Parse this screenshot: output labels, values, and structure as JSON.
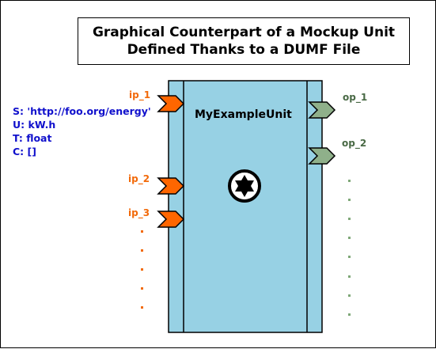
{
  "title": {
    "line1": "Graphical Counterpart of a Mockup Unit",
    "line2": "Defined Thanks to a DUMF File"
  },
  "unit": {
    "name": "MyExampleUnit"
  },
  "inputs": [
    {
      "label": "ip_1"
    },
    {
      "label": "ip_2"
    },
    {
      "label": "ip_3"
    }
  ],
  "outputs": [
    {
      "label": "op_1"
    },
    {
      "label": "op_2"
    }
  ],
  "metadata": {
    "s": "S: 'http://foo.org/energy'",
    "u": "U: kW.h",
    "t": "T: float",
    "c": "C: []"
  },
  "colors": {
    "unit_fill": "#97d1e4",
    "input_port": "#ff6600",
    "output_port": "#8fb08a",
    "input_label": "#f26a0a",
    "output_label": "#4a6a46",
    "metadata_text": "#1010cc"
  },
  "icons": {
    "unit_icon": "gear-icon"
  }
}
